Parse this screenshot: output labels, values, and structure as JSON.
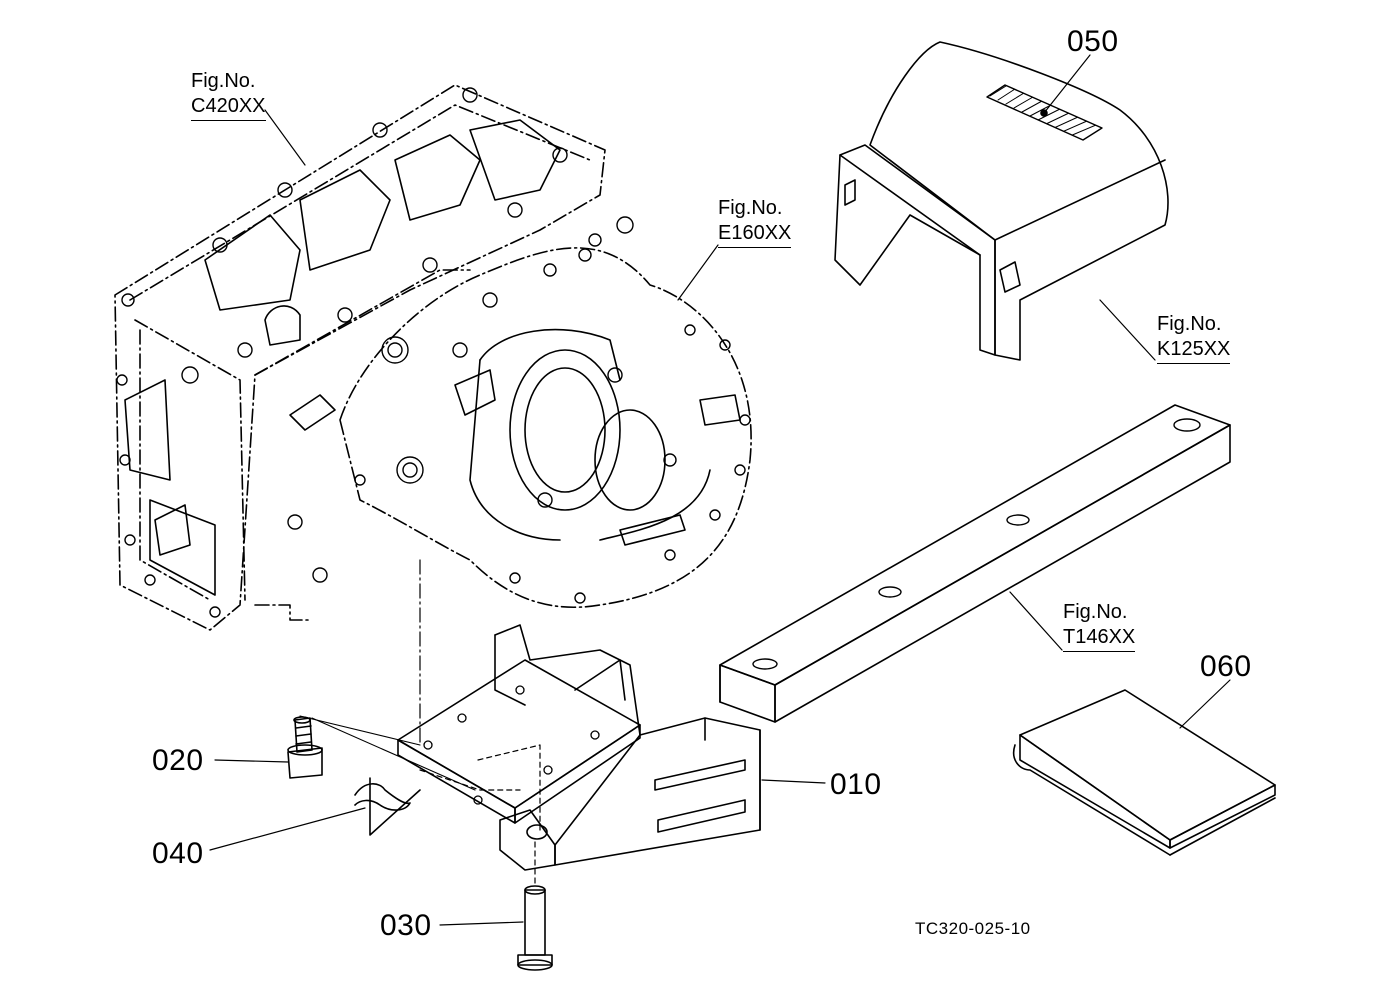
{
  "figure_refs": [
    {
      "prefix": "Fig.No.",
      "code": "C420XX"
    },
    {
      "prefix": "Fig.No.",
      "code": "E160XX"
    },
    {
      "prefix": "Fig.No.",
      "code": "K125XX"
    },
    {
      "prefix": "Fig.No.",
      "code": "T146XX"
    }
  ],
  "parts": {
    "p010": "010",
    "p020": "020",
    "p030": "030",
    "p040": "040",
    "p050": "050",
    "p060": "060"
  },
  "drawing_id": "TC320-025-10"
}
